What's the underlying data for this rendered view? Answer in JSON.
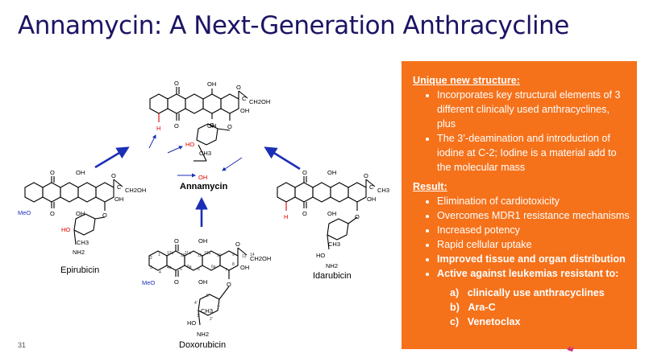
{
  "slide": {
    "title": "Annamycin: A Next-Generation Anthracycline",
    "slide_number": "31"
  },
  "molecules": {
    "center": "Annamycin",
    "left": "Epirubicin",
    "bottom": "Doxorubicin",
    "right": "Idarubicin"
  },
  "atoms": {
    "o": "O",
    "oh": "OH",
    "h": "H",
    "meo": "MeO",
    "ho": "HO",
    "ch3": "CH3",
    "nh2": "NH2",
    "ch2oh": "CH2OH",
    "c": "C"
  },
  "ring_numbers": [
    "12a",
    "12",
    "11a",
    "11",
    "10a",
    "10",
    "9",
    "8",
    "7",
    "6a",
    "6",
    "5a",
    "5",
    "4a",
    "4",
    "3",
    "2",
    "1",
    "13",
    "14",
    "1'",
    "2'",
    "3'",
    "4'",
    "5'"
  ],
  "callout": {
    "section1_header": "Unique new structure:",
    "section1_items": [
      "Incorporates key structural elements of 3 different clinically used anthracyclines, plus",
      "The 3’-deamination and introduction of iodine at C-2; Iodine is a material add to the molecular mass"
    ],
    "section2_header": "Result:",
    "section2_items": [
      "Elimination of cardiotoxicity",
      "Overcomes MDR1 resistance mechanisms",
      "Increased potency",
      "Rapid cellular uptake",
      "Improved tissue and organ distribution",
      "Active against leukemias resistant to:"
    ],
    "sub_items": [
      "a)   clinically use anthracyclines",
      "b)   Ara-C",
      "c)   Venetoclax"
    ]
  },
  "colors": {
    "title": "#1b1464",
    "accent_orange": "#f5721b",
    "arrow_blue": "#1a2fb5",
    "highlight_red": "#e00000",
    "methoxy_blue": "#1a2fb5"
  }
}
